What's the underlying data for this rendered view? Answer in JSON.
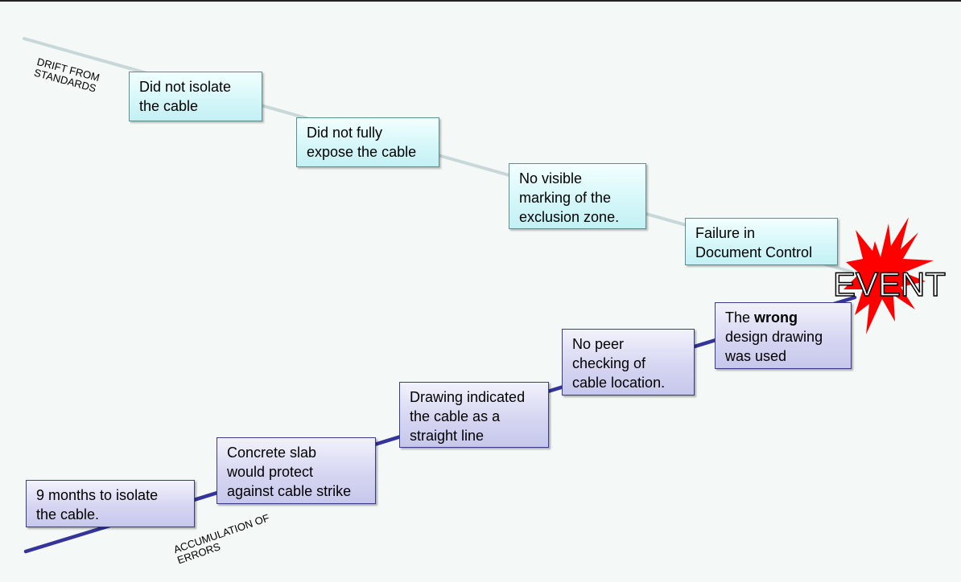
{
  "drift": {
    "label_line1": "DRIFT FROM",
    "label_line2": "STANDARDS",
    "boxes": [
      {
        "line1": "Did not isolate",
        "line2": "the cable"
      },
      {
        "line1": "Did not fully",
        "line2": "expose the cable"
      },
      {
        "line1": "No visible",
        "line2": "marking of the",
        "line3": "exclusion zone."
      },
      {
        "line1": "Failure in",
        "line2": "Document Control"
      }
    ]
  },
  "accumulation": {
    "label_line1": "ACCUMULATION OF",
    "label_line2": "ERRORS",
    "boxes": [
      {
        "line1": "9 months to isolate",
        "line2": "the cable."
      },
      {
        "line1": "Concrete slab",
        "line2": "would protect",
        "line3": "against cable strike"
      },
      {
        "line1": "Drawing indicated",
        "line2": "the cable as a",
        "line3": "straight line"
      },
      {
        "line1": "No peer",
        "line2": "checking of",
        "line3": "cable location."
      },
      {
        "line1a": "The ",
        "line1b": "wrong",
        "line2": "design drawing",
        "line3": "was used"
      }
    ]
  },
  "event": {
    "label": "EVENT"
  },
  "colors": {
    "drift_line": "#c8d8d8",
    "accumulation_line": "#34349a",
    "burst": "#ff0000"
  }
}
